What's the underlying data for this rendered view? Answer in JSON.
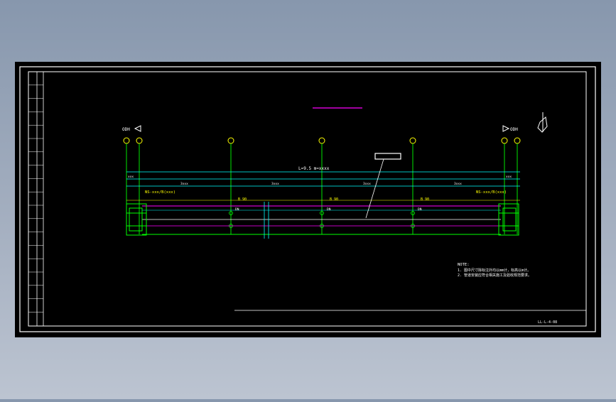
{
  "drawing": {
    "total_length_label": "L=9.5 m=xxxx",
    "segment_label": "3xxx",
    "end_segment_label": "xxx",
    "end_tag_left": "NS-xxx/B(xxx)",
    "end_tag_right": "NS-xxx/B(xxx)",
    "bend_tag": "B 90",
    "joint_tag": "DN",
    "arrow_left_label": "ODH",
    "arrow_right_label": "ODH",
    "drawing_number": "LL-L-4-08"
  },
  "notes": {
    "heading": "NOTE:",
    "items": [
      "1. 图中尺寸除标注外均以mm计，标高以m计。",
      "2. 管道安装应符合相关施工及验收规范要求。"
    ]
  },
  "colors": {
    "background": "#000000",
    "frame": "#ffffff",
    "pipe": "#00ff00",
    "dimension": "#00ffff",
    "annotation": "#ffff00",
    "centerline": "#ff00ff"
  }
}
